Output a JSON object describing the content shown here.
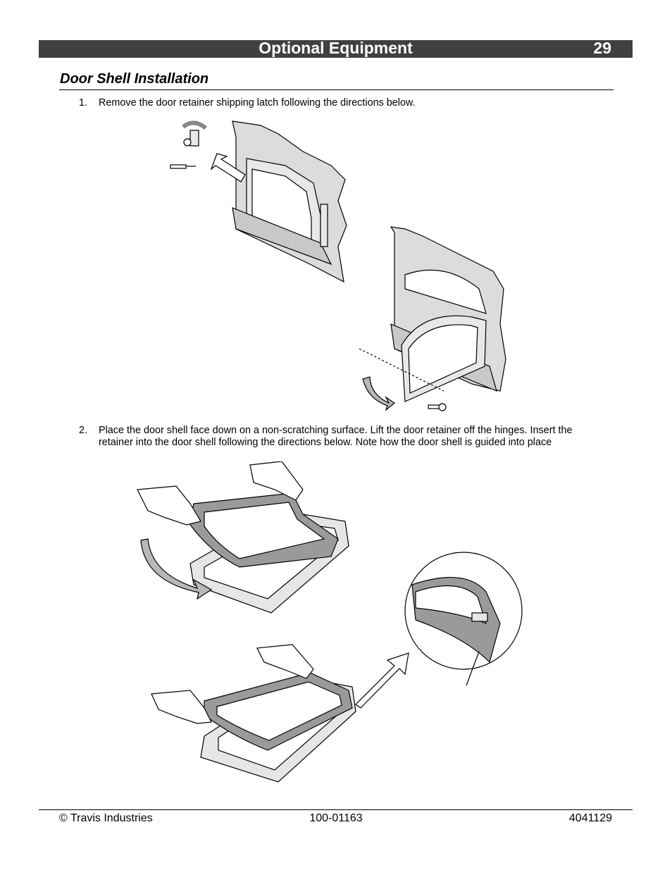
{
  "header": {
    "title": "Optional Equipment",
    "page_number": "29"
  },
  "section": {
    "title": "Door Shell Installation"
  },
  "steps": [
    {
      "number": "1.",
      "text": "Remove the door retainer shipping latch following the directions below."
    },
    {
      "number": "2.",
      "text": "Place the door shell face down on a non-scratching surface.  Lift the door retainer off the hinges.  Insert the retainer into the door shell following the directions below.  Note how the door shell is guided into place"
    }
  ],
  "footer": {
    "left": "© Travis Industries",
    "center": "100-01163",
    "right": "4041129"
  },
  "colors": {
    "header_bg": "#404040",
    "figure_fill": "#dcdcdc",
    "gasket": "#9a9a9a",
    "arrow": "#b8b8b8"
  }
}
